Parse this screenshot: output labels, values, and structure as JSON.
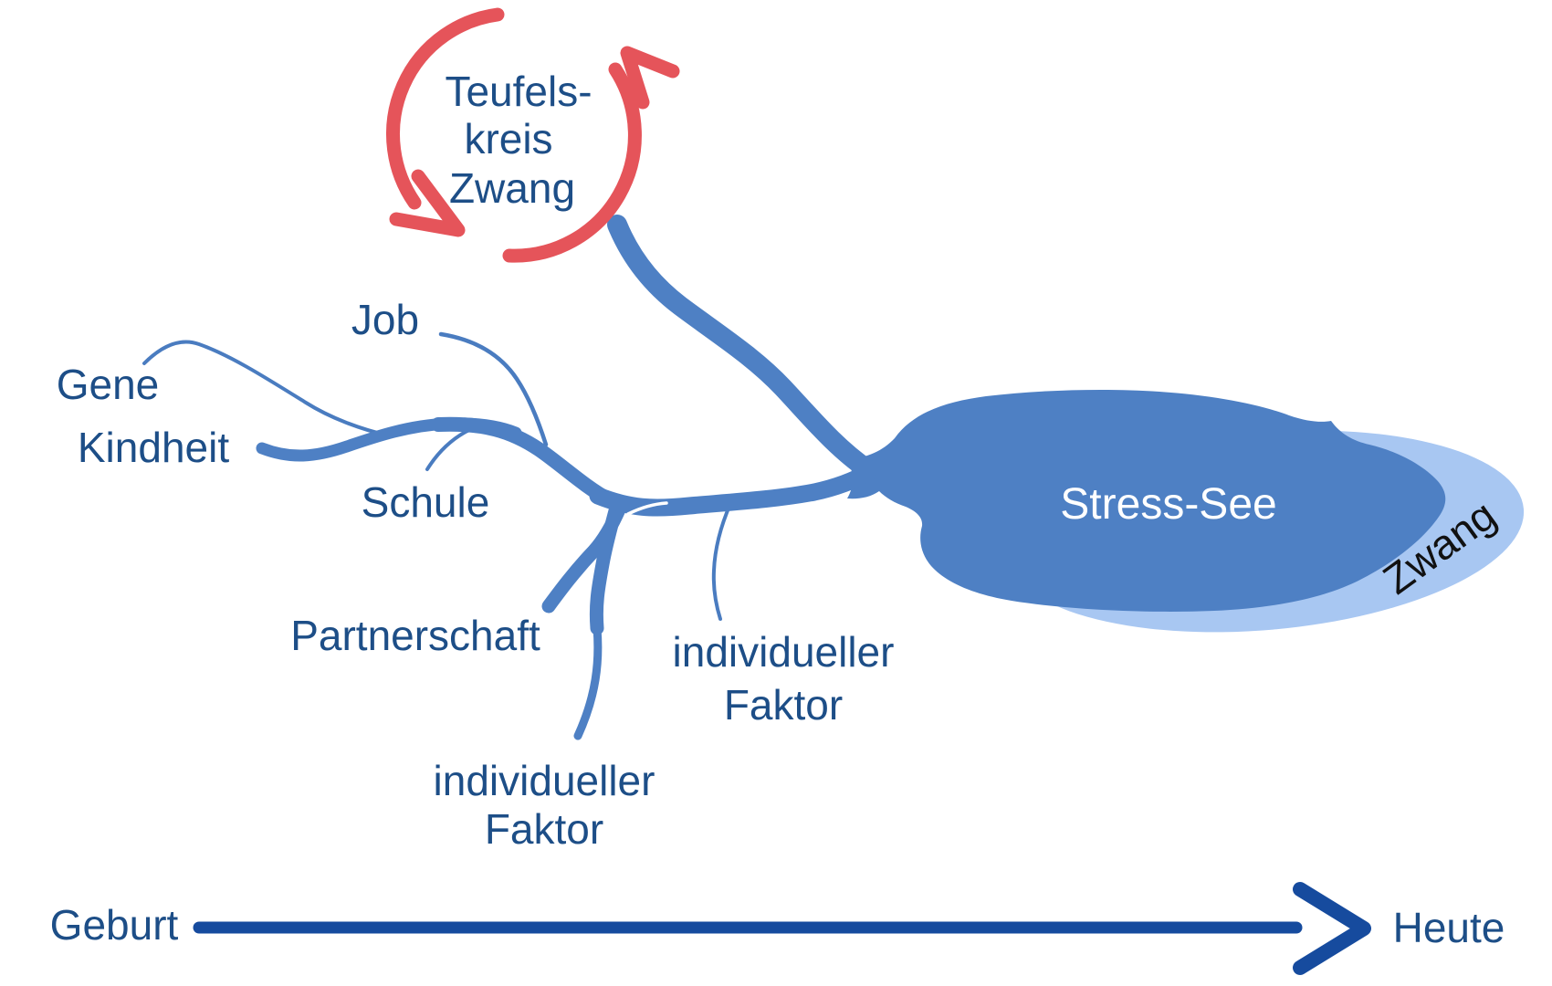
{
  "diagram": {
    "cycle": {
      "line1": "Teufels-",
      "line2": "kreis",
      "line3": "Zwang"
    },
    "tributaries": {
      "gene": "Gene",
      "kindheit": "Kindheit",
      "job": "Job",
      "schule": "Schule",
      "partnerschaft": "Partnerschaft",
      "individual_factor_bottom": {
        "line1": "individueller",
        "line2": "Faktor"
      },
      "individual_factor_right": {
        "line1": "individueller",
        "line2": "Faktor"
      }
    },
    "lake": {
      "label": "Stress-See",
      "overlay_label": "Zwang"
    },
    "timeline": {
      "start": "Geburt",
      "end": "Heute"
    },
    "colors": {
      "river_blue": "#4e80c4",
      "lake_light_blue": "#a8c7f2",
      "cycle_red": "#e5545a",
      "label_blue": "#1d4e87",
      "timeline_blue": "#164b9e",
      "lake_text_white": "#ffffff",
      "overlay_text_black": "#111111"
    }
  }
}
